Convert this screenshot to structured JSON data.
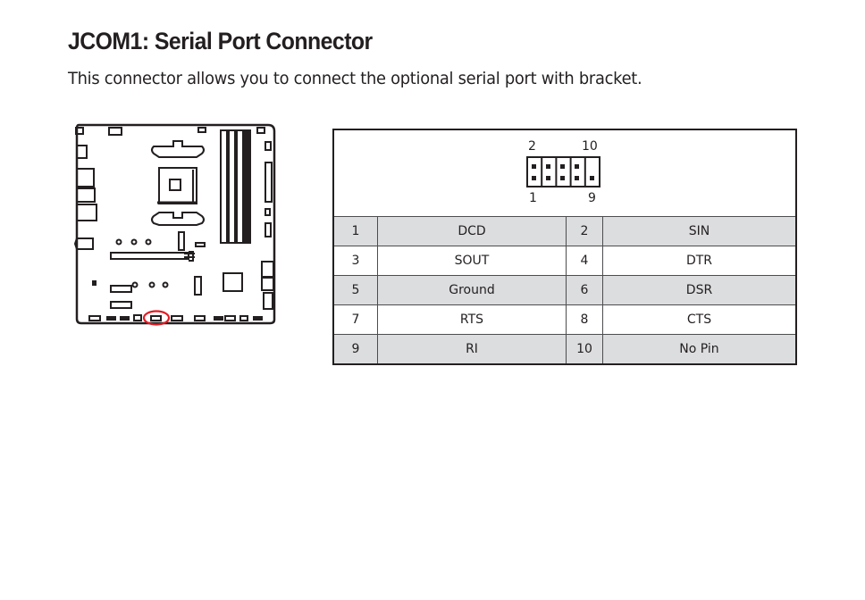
{
  "heading": {
    "title": "JCOM1: Serial Port Connector",
    "description": "This connector allows you to connect the optional serial port with bracket."
  },
  "board_diagram": {
    "label": "motherboard-layout",
    "highlight_color": "#e31b23",
    "highlighted_connector": "JCOM1"
  },
  "pin_header": {
    "top_left_label": "2",
    "top_right_label": "10",
    "bottom_left_label": "1",
    "bottom_right_label": "9",
    "missing_pin": "10"
  },
  "pin_table": {
    "rows": [
      {
        "pin_a": "1",
        "signal_a": "DCD",
        "pin_b": "2",
        "signal_b": "SIN",
        "shaded": true
      },
      {
        "pin_a": "3",
        "signal_a": "SOUT",
        "pin_b": "4",
        "signal_b": "DTR",
        "shaded": false
      },
      {
        "pin_a": "5",
        "signal_a": "Ground",
        "pin_b": "6",
        "signal_b": "DSR",
        "shaded": true
      },
      {
        "pin_a": "7",
        "signal_a": "RTS",
        "pin_b": "8",
        "signal_b": "CTS",
        "shaded": false
      },
      {
        "pin_a": "9",
        "signal_a": "RI",
        "pin_b": "10",
        "signal_b": "No Pin",
        "shaded": true
      }
    ]
  }
}
